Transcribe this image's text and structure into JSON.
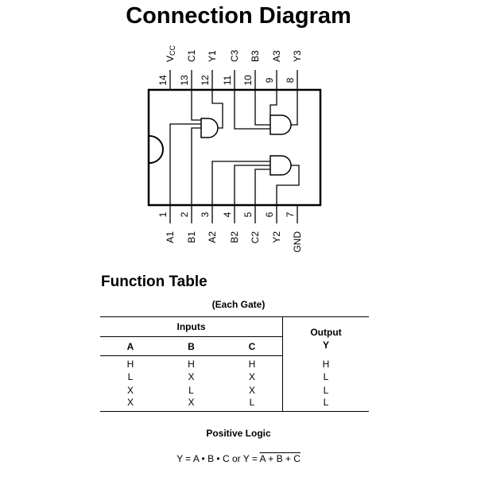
{
  "title": "Connection Diagram",
  "top_pins": [
    {
      "num": "14",
      "label": "V",
      "sub": "CC"
    },
    {
      "num": "13",
      "label": "C1"
    },
    {
      "num": "12",
      "label": "Y1"
    },
    {
      "num": "11",
      "label": "C3"
    },
    {
      "num": "10",
      "label": "B3"
    },
    {
      "num": "9",
      "label": "A3"
    },
    {
      "num": "8",
      "label": "Y3"
    }
  ],
  "bottom_pins": [
    {
      "num": "1",
      "label": "A1"
    },
    {
      "num": "2",
      "label": "B1"
    },
    {
      "num": "3",
      "label": "A2"
    },
    {
      "num": "4",
      "label": "B2"
    },
    {
      "num": "5",
      "label": "C2"
    },
    {
      "num": "6",
      "label": "Y2"
    },
    {
      "num": "7",
      "label": "GND"
    }
  ],
  "function_table": {
    "title": "Function Table",
    "subtitle": "(Each Gate)",
    "inputs_header": "Inputs",
    "output_header": "Output",
    "input_cols": [
      "A",
      "B",
      "C"
    ],
    "output_col": "Y",
    "rows": [
      [
        "H",
        "H",
        "H",
        "H"
      ],
      [
        "L",
        "X",
        "X",
        "L"
      ],
      [
        "X",
        "L",
        "X",
        "L"
      ],
      [
        "X",
        "X",
        "L",
        "L"
      ]
    ]
  },
  "logic": {
    "label": "Positive Logic",
    "prefix": "Y = A • B • C or Y = ",
    "overline": "A + B + C"
  }
}
